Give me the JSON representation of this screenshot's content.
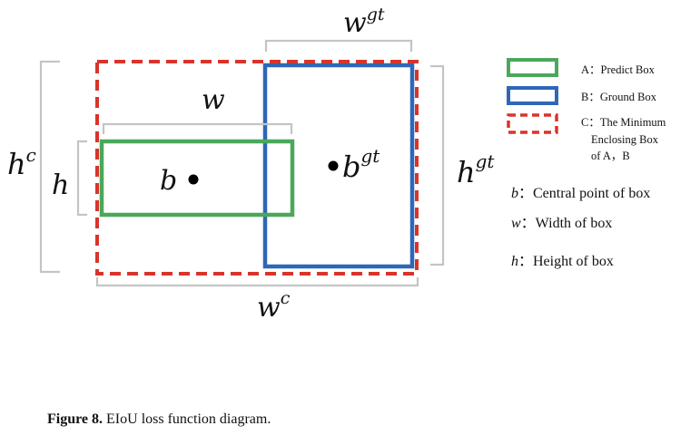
{
  "colors": {
    "predict_box": "#4aa85a",
    "ground_box": "#2f67b8",
    "enclosing_box": "#d9342b",
    "bracket": "#c4c4c4"
  },
  "labels": {
    "w": "w",
    "h": "h",
    "b": "b",
    "wc_base": "w",
    "wc_sup": "c",
    "hc_base": "h",
    "hc_sup": "c",
    "wgt_base": "w",
    "wgt_sup": "gt",
    "hgt_base": "h",
    "hgt_sup": "gt",
    "bgt_base": "b",
    "bgt_sup": "gt"
  },
  "legend": {
    "a": "A：Predict Box",
    "b": "B：Ground Box",
    "c_line1": "C：The Minimum",
    "c_line2": "Enclosing Box",
    "c_line3": "of A，B",
    "def_b_sym": "b",
    "def_b_text": "：Central point of box",
    "def_w_sym": "w",
    "def_w_text": "：Width of box",
    "def_h_sym": "h",
    "def_h_text": "：Height of box"
  },
  "caption": {
    "label": "Figure 8.",
    "text": " EIoU loss function diagram."
  }
}
